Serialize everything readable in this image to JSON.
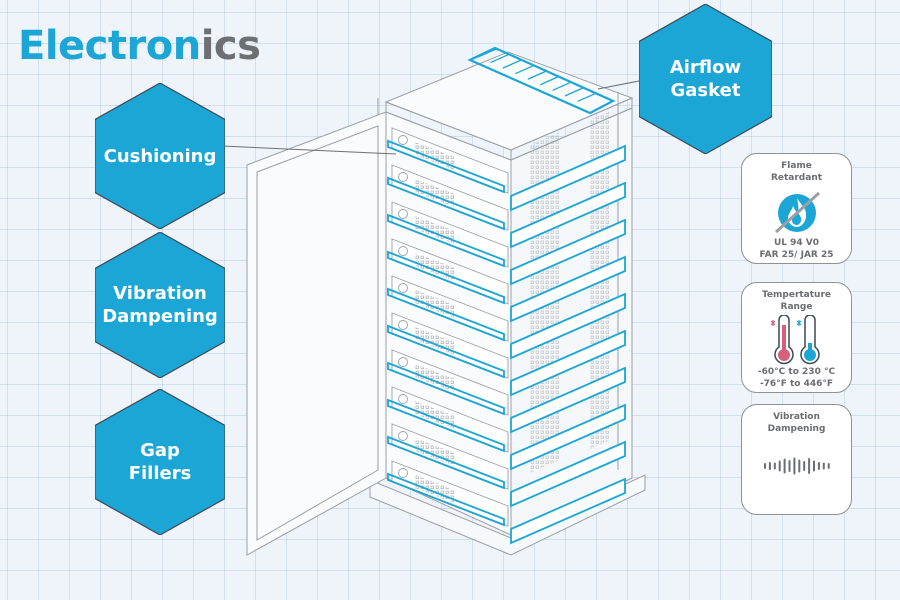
{
  "title": {
    "part1": "Electron",
    "part2": "ics"
  },
  "colors": {
    "accent": "#1ba6d6",
    "title_gray": "#6d6f73",
    "line": "#9aa0a6",
    "card_text": "#6b6d71",
    "flame_red": "#d5607a"
  },
  "callouts": [
    {
      "id": "airflow",
      "label": "Airflow\nGasket"
    },
    {
      "id": "cushioning",
      "label": "Cushioning"
    },
    {
      "id": "vibration",
      "label": "Vibration\nDampening"
    },
    {
      "id": "gap",
      "label": "Gap\nFillers"
    }
  ],
  "cards": {
    "flame": {
      "title": "Flame\nRetardant",
      "icon": "flame-icon",
      "body": "UL 94 V0\nFAR 25/ JAR 25"
    },
    "temperature": {
      "title": "Tempertature\nRange",
      "icon": "thermometer-icon",
      "body": "-60°C to 230 °C\n-76°F to 446°F"
    },
    "vibration": {
      "title": "Vibration\nDampening",
      "icon": "waveform-icon"
    }
  }
}
